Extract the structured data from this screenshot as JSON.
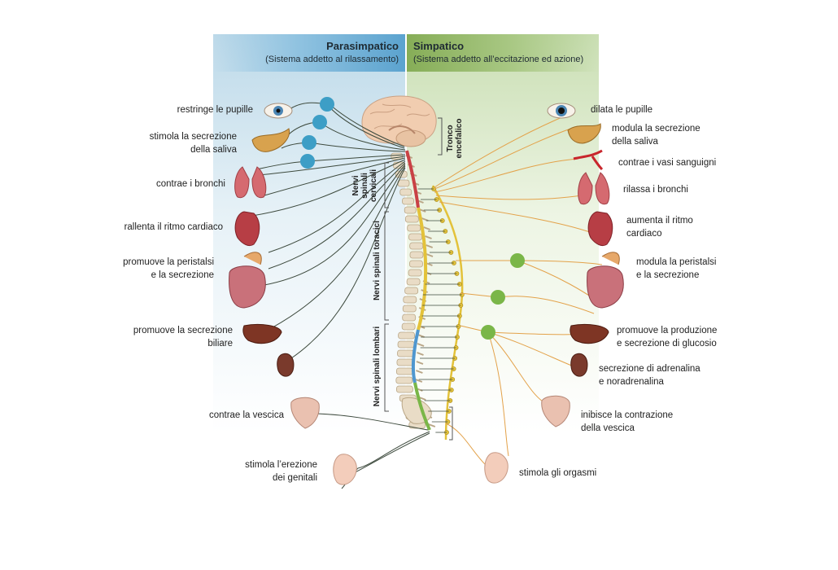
{
  "header": {
    "parasympathetic_title": "Parasimpatico",
    "parasympathetic_subtitle": "(Sistema addetto al rilassamento)",
    "sympathetic_title": "Simpatico",
    "sympathetic_subtitle": "(Sistema addetto all’eccitazione ed azione)"
  },
  "spine_labels": {
    "brainstem": [
      "Tronco",
      "encefalico"
    ],
    "cervical": [
      "Nervi",
      "spinali",
      "cervicali"
    ],
    "thoracic": "Nervi spinali toracici",
    "lumbar": "Nervi spinali lombari"
  },
  "parasympathetic": [
    {
      "lines": [
        "restringe le pupille"
      ]
    },
    {
      "lines": [
        "stimola la secrezione",
        "della saliva"
      ]
    },
    {
      "lines": [
        "contrae i bronchi"
      ]
    },
    {
      "lines": [
        "rallenta il ritmo cardiaco"
      ]
    },
    {
      "lines": [
        "promuove la peristalsi",
        "e la secrezione"
      ]
    },
    {
      "lines": [
        "promuove la secrezione",
        "biliare"
      ]
    },
    {
      "lines": [
        "contrae la vescica"
      ]
    },
    {
      "lines": [
        "stimola l’erezione",
        "dei genitali"
      ]
    }
  ],
  "sympathetic": [
    {
      "lines": [
        "dilata le pupille"
      ]
    },
    {
      "lines": [
        "modula la secrezione",
        "della saliva"
      ]
    },
    {
      "lines": [
        "contrae i vasi sanguigni"
      ]
    },
    {
      "lines": [
        "rilassa i bronchi"
      ]
    },
    {
      "lines": [
        "aumenta il ritmo",
        "cardiaco"
      ]
    },
    {
      "lines": [
        "modula la peristalsi",
        "e la secrezione"
      ]
    },
    {
      "lines": [
        "promuove la produzione",
        "e secrezione di glucosio"
      ]
    },
    {
      "lines": [
        "secrezione di adrenalina",
        "e noradrenalina"
      ]
    },
    {
      "lines": [
        "inibisce la contrazione",
        "della vescica"
      ]
    },
    {
      "lines": [
        "stimola gli orgasmi"
      ]
    }
  ],
  "colors": {
    "parasympathetic_nerve": "#3d4a3d",
    "sympathetic_nerve": "#e3a24a",
    "parasympathetic_ganglion": "#3d9ec6",
    "sympathetic_ganglion": "#7ab648",
    "organ_red": "#c8454b",
    "bone": "#e9dcc6"
  }
}
